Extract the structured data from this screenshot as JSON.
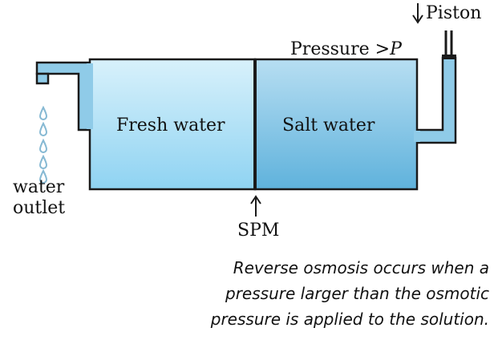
{
  "labels": {
    "piston": "Piston",
    "pressure_prefix": "Pressure >",
    "pressure_var": "P",
    "fresh_water": "Fresh water",
    "salt_water": "Salt water",
    "outlet_line1": "water",
    "outlet_line2": "outlet",
    "membrane": "SPM"
  },
  "caption": {
    "line1": "Reverse osmosis occurs when a",
    "line2": "pressure larger than the osmotic",
    "line3": "pressure is applied to the solution."
  },
  "colors": {
    "fresh_top": "#d8f1fb",
    "fresh_bottom": "#8fd3f2",
    "salt_top": "#b7def2",
    "salt_bottom": "#5fb2dc",
    "pipe_fill": "#8fcbe8",
    "outline": "#1a1a1a",
    "drop": "#86b9d3"
  }
}
